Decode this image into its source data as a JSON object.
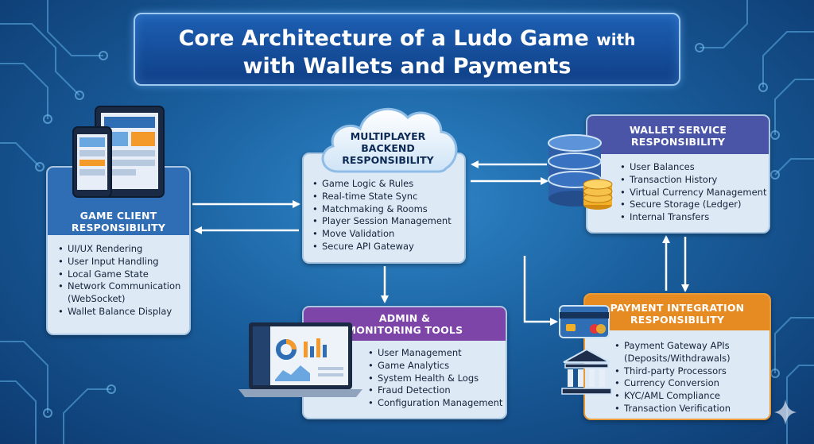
{
  "title": {
    "line1": "Core Architecture of a Ludo Game",
    "line1_suffix": "with",
    "line2": "with Wallets and Payments"
  },
  "game_client": {
    "heading_line1": "GAME CLIENT",
    "heading_line2": "RESPONSIBILITY",
    "items": [
      "UI/UX Rendering",
      "User Input Handling",
      "Local Game State",
      "Network Communication",
      "(WebSocket)",
      "Wallet Balance Display"
    ]
  },
  "backend": {
    "heading_line1": "MULTIPLAYER",
    "heading_line2": "BACKEND",
    "heading_line3": "RESPONSIBILITY",
    "items": [
      "Game Logic & Rules",
      "Real-time State Sync",
      "Matchmaking & Rooms",
      "Player Session Management",
      "Move Validation",
      "Secure API Gateway"
    ]
  },
  "wallet": {
    "heading_line1": "WALLET SERVICE",
    "heading_line2": "RESPONSIBILITY",
    "items": [
      "User Balances",
      "Transaction History",
      "Virtual Currency Management",
      "Secure Storage (Ledger)",
      "Internal Transfers"
    ]
  },
  "admin": {
    "heading_line1": "ADMIN &",
    "heading_line2": "MONITORING TOOLS",
    "items": [
      "User Management",
      "Game Analytics",
      "System Health & Logs",
      "Fraud Detection",
      "Configuration Management"
    ]
  },
  "payment": {
    "heading_line1": "PAYMENT INTEGRATION",
    "heading_line2": "RESPONSIBILITY",
    "items": [
      "Payment Gateway APIs",
      "(Deposits/Withdrawals)",
      "Third-party Processors",
      "Currency Conversion",
      "KYC/AML Compliance",
      "Transaction Verification"
    ]
  },
  "colors": {
    "client_header": "#2f6db4",
    "wallet_header": "#4a55a8",
    "admin_header": "#7d45a8",
    "payment_header": "#e68a22",
    "box_body": "#dde9f5",
    "arrow": "#ffffff"
  },
  "icons": {
    "devices": "tablet-and-phone-icon",
    "cloud": "cloud-icon",
    "database": "database-icon",
    "coins": "coin-stack-icon",
    "laptop": "laptop-dashboard-icon",
    "card": "credit-card-icon",
    "bank": "bank-icon",
    "sparkle": "sparkle-icon"
  }
}
